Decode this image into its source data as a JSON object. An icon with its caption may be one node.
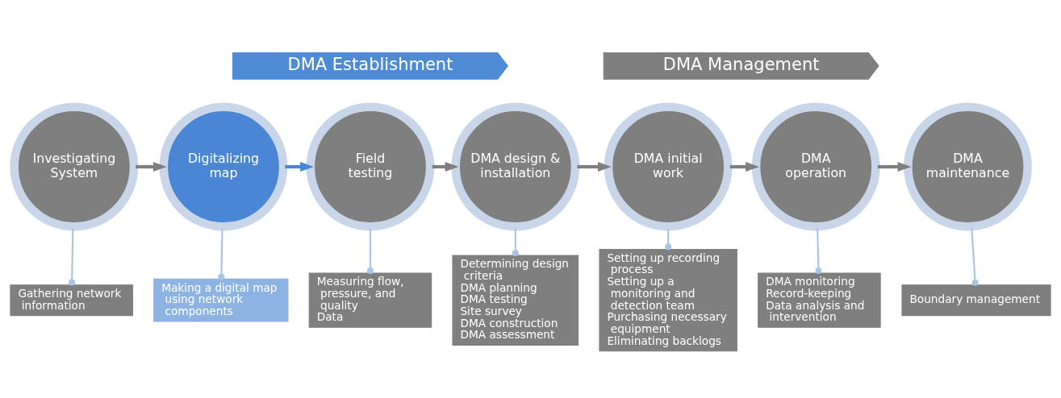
{
  "diagram": {
    "nodes": [
      {
        "text": [
          "DMA Establishment"
        ]
      },
      {
        "text": [
          "DMA Management"
        ]
      },
      {
        "text": [
          "Investigating System"
        ]
      },
      {
        "text": [
          "Digitalizing map"
        ]
      },
      {
        "text": [
          "Field testing"
        ]
      },
      {
        "text": [
          "DMA design & installation"
        ]
      },
      {
        "text": [
          "DMA initial work"
        ]
      },
      {
        "text": [
          "DMA operation"
        ]
      },
      {
        "text": [
          "DMA maintenance"
        ]
      },
      {
        "text": [
          "Gathering network information"
        ]
      },
      {
        "text": [
          "Making a digital map using network components"
        ]
      },
      {
        "text": [
          "Measuring flow, pressure, and quality",
          "Data"
        ]
      },
      {
        "text": [
          "Determining design criteria",
          "DMA planning",
          "DMA testing",
          "Site survey",
          "DMA construction",
          "DMA assessment"
        ]
      },
      {
        "text": [
          "Setting up recording process",
          "Setting up a monitoring and detection team",
          "Purchasing necessary equipment",
          "Eliminating backlogs"
        ]
      },
      {
        "text": [
          "DMA monitoring",
          "Record-keeping",
          "Data analysis and intervention"
        ]
      },
      {
        "text": [
          "Boundary management"
        ]
      }
    ],
    "edges": [
      {
        "from": 2,
        "to": 3,
        "arrow": "to",
        "style": "thick",
        "color": "#7f7f7f"
      },
      {
        "from": 3,
        "to": 4,
        "arrow": "to",
        "style": "thick",
        "color": "#4a86d4"
      },
      {
        "from": 4,
        "to": 5,
        "arrow": "to",
        "style": "thick",
        "color": "#7f7f7f"
      },
      {
        "from": 5,
        "to": 6,
        "arrow": "to",
        "style": "thick",
        "color": "#7f7f7f"
      },
      {
        "from": 6,
        "to": 7,
        "arrow": "to",
        "style": "thick",
        "color": "#7f7f7f"
      },
      {
        "from": 7,
        "to": 8,
        "arrow": "to",
        "style": "thick",
        "color": "#7f7f7f"
      },
      {
        "from": 2,
        "to": 9,
        "arrow": "other"
      },
      {
        "from": 3,
        "to": 10,
        "arrow": "other"
      },
      {
        "from": 4,
        "to": 11,
        "arrow": "other"
      },
      {
        "from": 5,
        "to": 12,
        "arrow": "other"
      },
      {
        "from": 6,
        "to": 13,
        "arrow": "other"
      },
      {
        "from": 7,
        "to": 14,
        "arrow": "other"
      },
      {
        "from": 8,
        "to": 15,
        "arrow": "other"
      }
    ]
  }
}
